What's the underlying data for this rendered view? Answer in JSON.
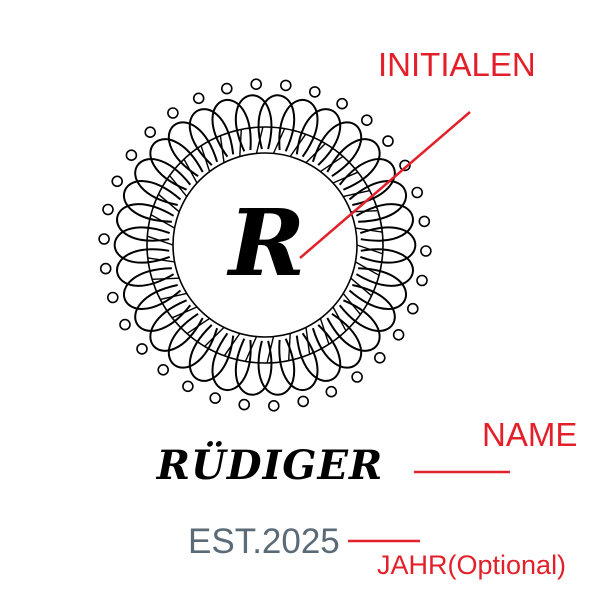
{
  "stamp": {
    "initial": "R",
    "name": "RÜDIGER",
    "year": "EST.2025"
  },
  "callouts": {
    "initials": "INITIALEN",
    "name": "NAME",
    "year": "JAHR(Optional)"
  },
  "colors": {
    "callout": "#e3202a",
    "ink": "#000000",
    "year_text": "#5a6a76"
  }
}
